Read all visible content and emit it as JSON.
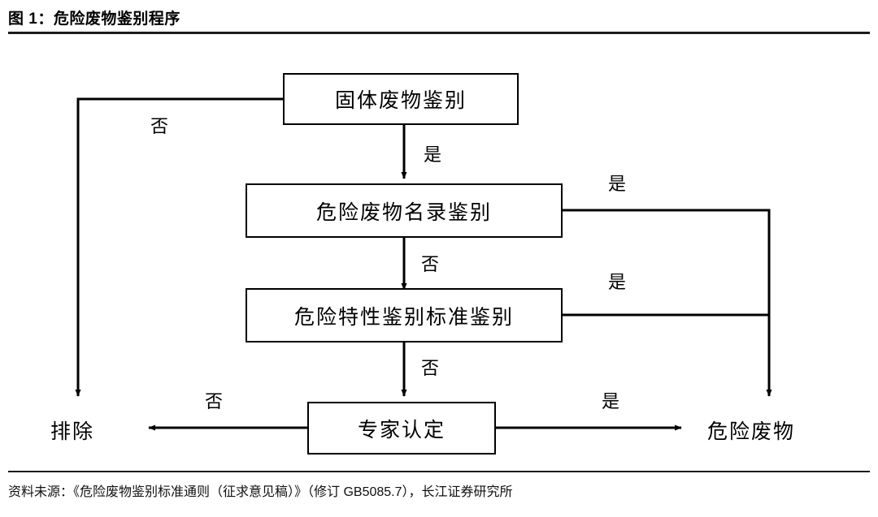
{
  "header": {
    "title": "图 1：危险废物鉴别程序"
  },
  "footer": {
    "source": "资料未源：《危险废物鉴别标准通则（征求意见稿）》（修订 GB5085.7），长江证券研究所"
  },
  "chart_data": {
    "type": "flowchart",
    "title": "危险废物鉴别程序",
    "nodes": [
      {
        "id": "n1",
        "label": "固体废物鉴别",
        "shape": "box"
      },
      {
        "id": "n2",
        "label": "危险废物名录鉴别",
        "shape": "box"
      },
      {
        "id": "n3",
        "label": "危险特性鉴别标准鉴别",
        "shape": "box"
      },
      {
        "id": "n4",
        "label": "专家认定",
        "shape": "box"
      },
      {
        "id": "t1",
        "label": "排除",
        "shape": "terminal"
      },
      {
        "id": "t2",
        "label": "危险废物",
        "shape": "terminal"
      }
    ],
    "edges": [
      {
        "from": "n1",
        "to": "t1",
        "label": "否"
      },
      {
        "from": "n1",
        "to": "n2",
        "label": "是"
      },
      {
        "from": "n2",
        "to": "t2",
        "label": "是"
      },
      {
        "from": "n2",
        "to": "n3",
        "label": "否"
      },
      {
        "from": "n3",
        "to": "t2",
        "label": "是"
      },
      {
        "from": "n3",
        "to": "n4",
        "label": "否"
      },
      {
        "from": "n4",
        "to": "t1",
        "label": "否"
      },
      {
        "from": "n4",
        "to": "t2",
        "label": "是"
      }
    ]
  },
  "diagram": {
    "boxes": {
      "solid_waste": "固体废物鉴别",
      "hazard_list": "危险废物名录鉴别",
      "hazard_standard": "危险特性鉴别标准鉴别",
      "expert": "专家认定"
    },
    "terminals": {
      "exclude": "排除",
      "hazardous": "危险废物"
    },
    "labels": {
      "no_top_left": "否",
      "yes_top": "是",
      "yes_right_1": "是",
      "no_mid_1": "否",
      "yes_right_2": "是",
      "no_mid_2": "否",
      "no_bottom": "否",
      "yes_bottom": "是"
    }
  }
}
